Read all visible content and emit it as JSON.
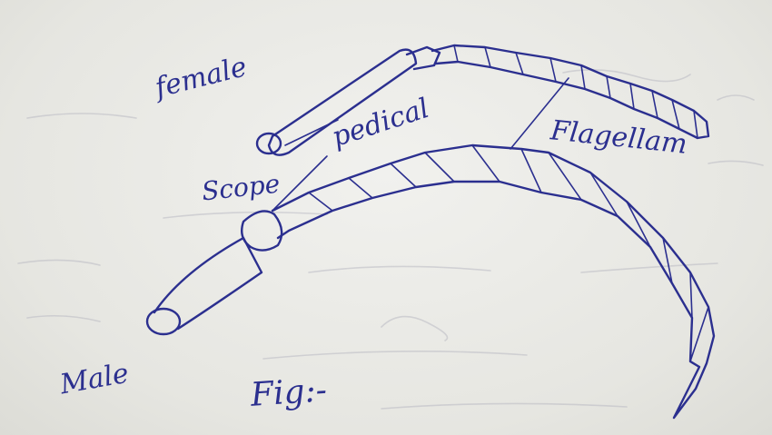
{
  "labels": {
    "female": "female",
    "pedical": "pedical",
    "flagellam": "Flagellam",
    "scope": "Scope",
    "male": "Male",
    "fig": "Fig:-"
  },
  "colors": {
    "ink": "#2b2f8f",
    "paper": "#e9e9e4"
  }
}
